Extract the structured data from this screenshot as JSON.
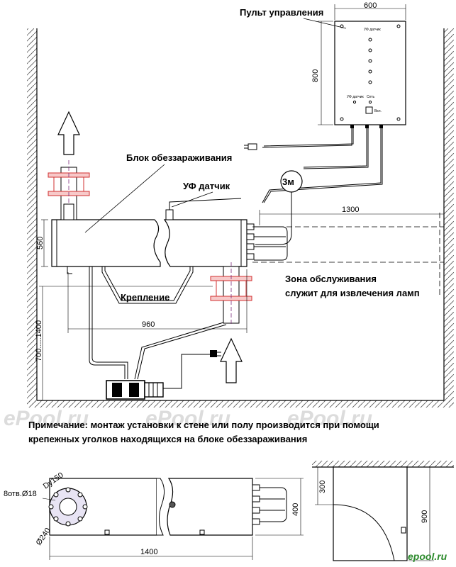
{
  "labels": {
    "control_panel": "Пульт управления",
    "disinfection_block": "Блок обеззараживания",
    "uv_sensor": "УФ датчик",
    "mounting": "Крепление",
    "service_zone_1": "Зона обслуживания",
    "service_zone_2": "служит для извлечения ламп",
    "cable_length": "3м"
  },
  "note": {
    "line1": "Примечание: монтаж установки к стене или полу производится при помощи",
    "line2": "крепежных уголков находящихся на блоке обеззараживания"
  },
  "dimensions": {
    "panel_width": "600",
    "panel_height": "800",
    "service_length": "1300",
    "block_height": "560",
    "mount_height": "700.....1400",
    "block_length": "960",
    "bottom_length": "1400",
    "bottom_height": "400",
    "flange_dn": "Dy150",
    "flange_holes": "8отв.Ø18",
    "flange_diameter": "Ø240",
    "side_offset": "300",
    "side_height": "900"
  },
  "panel_text": {
    "top": "УФ датчик",
    "sensor": "УФ датчик",
    "status": "Сеть",
    "power": "Вкл."
  },
  "watermark": {
    "text": "ePool.ru",
    "logo": "epool.ru"
  }
}
